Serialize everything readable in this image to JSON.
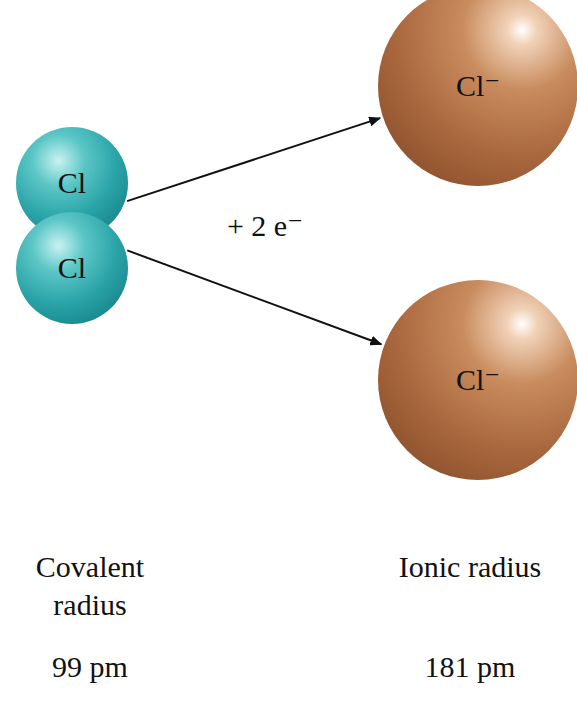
{
  "diagram": {
    "nodes": [
      {
        "text": [
          "Cl"
        ]
      },
      {
        "text": [
          "Cl"
        ]
      },
      {
        "text": [
          "Cl⁻"
        ]
      },
      {
        "text": [
          "Cl⁻"
        ]
      }
    ],
    "edges": [
      {
        "from": 0,
        "to": 2,
        "arrow": "to"
      },
      {
        "from": 1,
        "to": 3,
        "arrow": "to"
      }
    ],
    "labels": [
      "+ 2 e⁻",
      "Covalent radius",
      "99 pm",
      "Ionic radius",
      "181 pm"
    ]
  }
}
